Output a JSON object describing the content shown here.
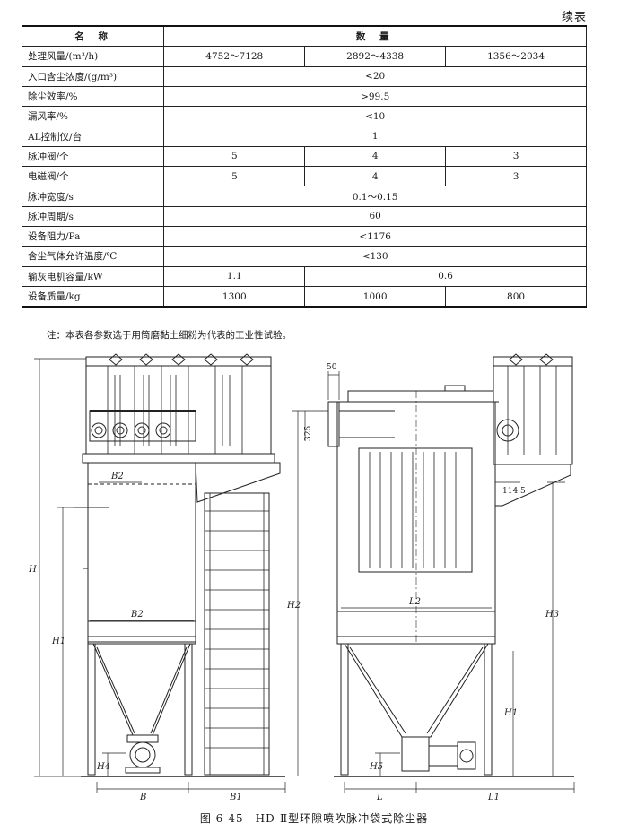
{
  "page": {
    "continuation_label": "续表"
  },
  "table": {
    "header": {
      "name": "名 称",
      "value": "数 量"
    },
    "rows": [
      {
        "name": "处理风量/(m³/h)",
        "cells": [
          "4752～7128",
          "2892～4338",
          "1356～2034"
        ]
      },
      {
        "name": "入口含尘浓度/(g/m³)",
        "cells": [
          "<20"
        ]
      },
      {
        "name": "除尘效率/%",
        "cells": [
          ">99.5"
        ]
      },
      {
        "name": "漏风率/%",
        "cells": [
          "<10"
        ]
      },
      {
        "name": "AL控制仪/台",
        "cells": [
          "1"
        ]
      },
      {
        "name": "脉冲阀/个",
        "cells": [
          "5",
          "4",
          "3"
        ]
      },
      {
        "name": "电磁阀/个",
        "cells": [
          "5",
          "4",
          "3"
        ]
      },
      {
        "name": "脉冲宽度/s",
        "cells": [
          "0.1～0.15"
        ]
      },
      {
        "name": "脉冲周期/s",
        "cells": [
          "60"
        ]
      },
      {
        "name": "设备阻力/Pa",
        "cells": [
          "<1176"
        ]
      },
      {
        "name": "含尘气体允许温度/℃",
        "cells": [
          "<130"
        ]
      },
      {
        "name": "输灰电机容量/kW",
        "cells": [
          "1.1",
          "0.6"
        ]
      },
      {
        "name": "设备质量/kg",
        "cells": [
          "1300",
          "1000",
          "800"
        ]
      }
    ]
  },
  "note": "注：本表各参数选于用筒磨黏土细粉为代表的工业性试验。",
  "drawing": {
    "labels": {
      "H": "H",
      "H1": "H1",
      "H2": "H2",
      "H3": "H3",
      "H4": "H4",
      "H5": "H5",
      "B": "B",
      "B1": "B1",
      "B2_top": "B2",
      "B2_mid": "B2",
      "L": "L",
      "L1": "L1",
      "L2": "L2",
      "d50": "50",
      "d325": "325",
      "d114": "114.5"
    }
  },
  "caption": "图 6-45　HD-Ⅱ型环隙喷吹脉冲袋式除尘器"
}
